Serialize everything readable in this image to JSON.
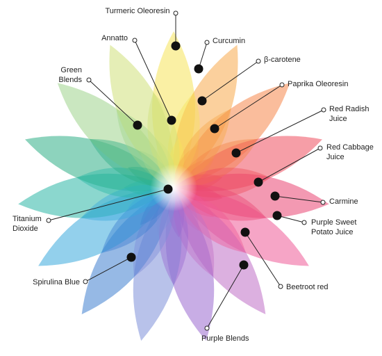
{
  "diagram": {
    "petal_colors": {
      "yellow": "#f6e45a",
      "yellow_green": "#cfe07a",
      "orange": "#f7a94c",
      "orange_red": "#f5864a",
      "light_green": "#9fd48c",
      "green": "#2fae86",
      "red": "#ef4f5e",
      "pink_red": "#ea4673",
      "pink": "#ef5b97",
      "teal": "#2bb7a6",
      "cyan_blue": "#3aa9dd",
      "blue": "#3f7fd0",
      "periwinkle": "#7e8fd9",
      "purple": "#9a6ad0",
      "magenta_purple": "#c070c6",
      "center_glow": "#ffffff"
    },
    "labels": [
      {
        "id": "turmeric-oleoresin",
        "lines": [
          "Turmeric Oleoresin"
        ]
      },
      {
        "id": "annatto",
        "lines": [
          "Annatto"
        ]
      },
      {
        "id": "curcumin",
        "lines": [
          "Curcumin"
        ]
      },
      {
        "id": "green-blends",
        "lines": [
          "Green",
          "Blends"
        ]
      },
      {
        "id": "beta-carotene",
        "lines": [
          "β-carotene"
        ]
      },
      {
        "id": "paprika-oleoresin",
        "lines": [
          "Paprika Oleoresin"
        ]
      },
      {
        "id": "red-radish-juice",
        "lines": [
          "Red Radish",
          "Juice"
        ]
      },
      {
        "id": "red-cabbage-juice",
        "lines": [
          "Red Cabbage",
          "Juice"
        ]
      },
      {
        "id": "carmine",
        "lines": [
          "Carmine"
        ]
      },
      {
        "id": "titanium-dioxide",
        "lines": [
          "Titanium",
          "Dioxide"
        ]
      },
      {
        "id": "purple-sweet-potato-juice",
        "lines": [
          "Purple Sweet",
          "Potato Juice"
        ]
      },
      {
        "id": "spirulina-blue",
        "lines": [
          "Spirulina Blue"
        ]
      },
      {
        "id": "beetroot-red",
        "lines": [
          "Beetroot red"
        ]
      },
      {
        "id": "purple-blends",
        "lines": [
          "Purple Blends"
        ]
      }
    ]
  }
}
